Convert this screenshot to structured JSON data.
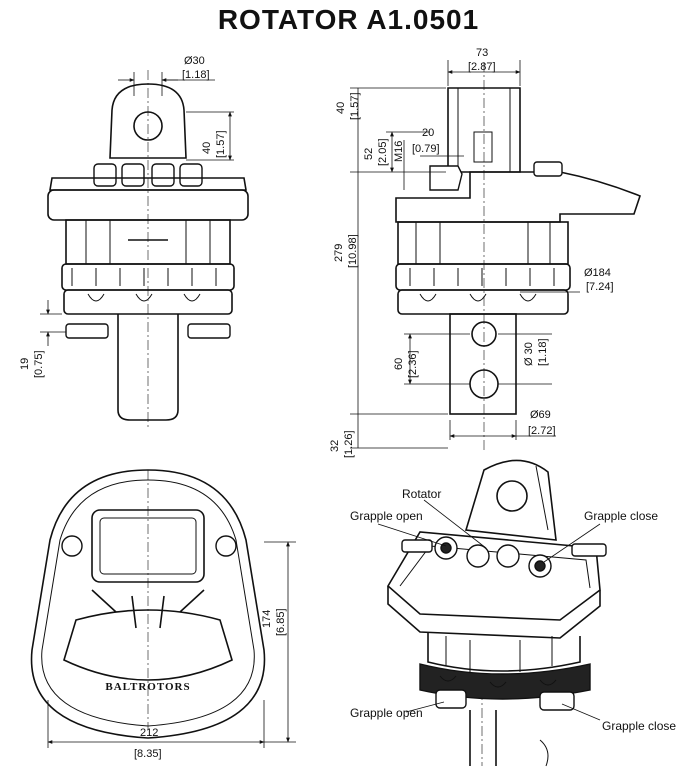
{
  "title": "ROTATOR  A1.0501",
  "brand": "BALTROTORS",
  "front": {
    "d30": "Ø30",
    "d30_in": "[1.18]",
    "h40": "40",
    "h40_in": "[1.57]",
    "h19": "19",
    "h19_in": "[0.75]"
  },
  "side": {
    "w73": "73",
    "w73_in": "[2.87]",
    "h40": "40",
    "h40_in": "[1.57]",
    "h52": "52",
    "h52_in": "[2.05]",
    "m16": "M16",
    "w20": "20",
    "w20_in": "[0.79]",
    "h279": "279",
    "h279_in": "[10.98]",
    "d184": "Ø184",
    "d184_in": "[7.24]",
    "h60": "60",
    "h60_in": "[2.36]",
    "d30": "Ø 30",
    "d30_in": "[1.18]",
    "d69": "Ø69",
    "d69_in": "[2.72]",
    "h32": "32",
    "h32_in": "[1.26]"
  },
  "top": {
    "h174": "174",
    "h174_in": "[6.85]",
    "w212": "212",
    "w212_in": "[8.35]"
  },
  "iso": {
    "rotator": "Rotator",
    "grapple_open_top": "Grapple open",
    "grapple_close_top": "Grapple close",
    "grapple_open_bottom": "Grapple open",
    "grapple_close_bottom": "Grapple close"
  }
}
